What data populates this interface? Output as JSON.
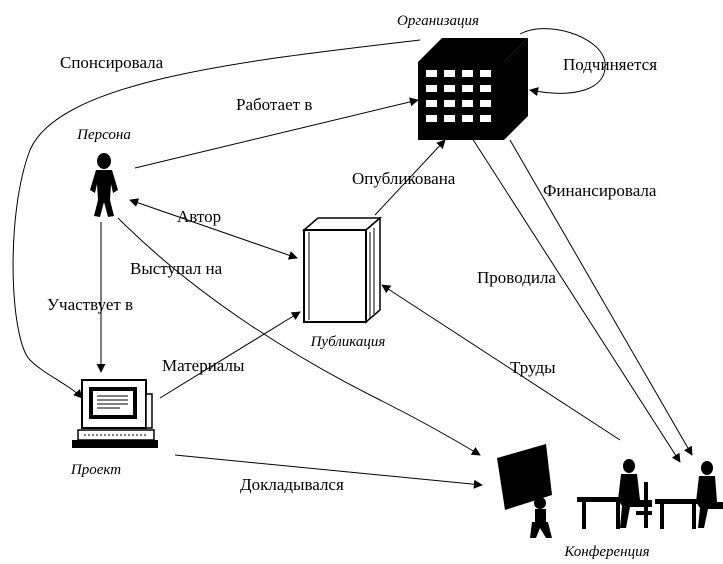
{
  "nodes": {
    "organization": "Организация",
    "person": "Персона",
    "publication": "Публикация",
    "project": "Проект",
    "conference": "Конференция"
  },
  "relations": {
    "sponsored": "Спонсировала",
    "subordinate": "Подчиняется",
    "works_in": "Работает в",
    "published": "Опубликована",
    "financed": "Финансировала",
    "author": "Автор",
    "spoke_at": "Выступал на",
    "conducted": "Проводила",
    "participates_in": "Участвует в",
    "materials": "Материалы",
    "proceedings": "Труды",
    "reported": "Докладывался"
  }
}
